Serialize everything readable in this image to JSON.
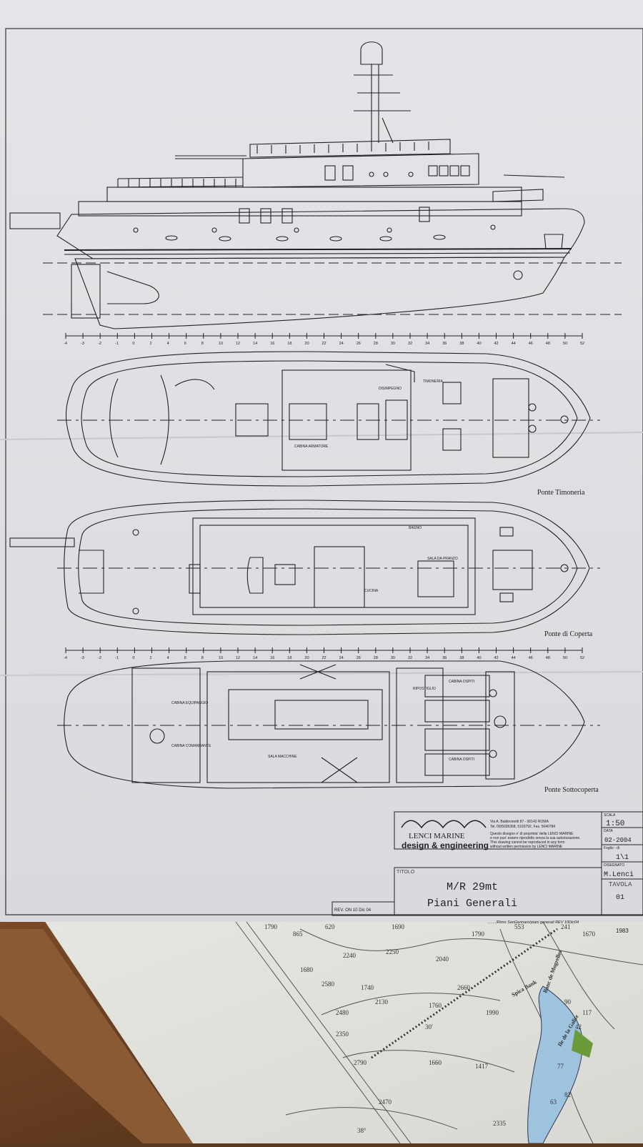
{
  "drawing": {
    "views": {
      "deck1": "Ponte Timoneria",
      "deck2": "Ponte di Coperta",
      "deck3": "Ponte Sottocoperta"
    },
    "room_labels": {
      "timoneria": "TIMONERIA",
      "disimpegno": "DISIMPEGNO",
      "cabina_armatore": "CABINA ARMATORE",
      "bagno": "BAGNO",
      "sala_da_pranzo": "SALA DA PRANZO",
      "cucina": "CUCINA",
      "cabina_equipaggio": "CABINA EQUIPAGGIO",
      "cabina_comandante": "CABINA COMANDANTE",
      "sala_macchine": "SALA MACCHINE",
      "cabina_ospiti": "CABINA OSPITI",
      "ripostiglio": "RIPOSTIGLIO"
    },
    "scale_ticks": [
      "-4",
      "-3",
      "-2",
      "-1",
      "0",
      "2",
      "4",
      "6",
      "8",
      "10",
      "12",
      "14",
      "16",
      "18",
      "20",
      "22",
      "24",
      "26",
      "28",
      "30",
      "32",
      "34",
      "36",
      "38",
      "40",
      "42",
      "44",
      "46",
      "48",
      "50",
      "52"
    ]
  },
  "title_block": {
    "company_name": "LENCI MARINE",
    "company_sub": "design & engineering",
    "address": "Via A. Baldovinetti 87 - 00142 ROMA",
    "phone": "Tel. 06/5036368, 5193792, Fax. 5040784",
    "notice": [
      "Questo disegno e' di proprieta' della LENCI MARINE",
      "e non puo' essere riprodotto senza la sua autorizzazione.",
      "This drawing cannot be reproduced in any form",
      "without written permission by LENCI MARINE"
    ],
    "scale_label": "SCALA",
    "scale": "1:50",
    "date_label": "DATA",
    "date": "02-2004",
    "sheet_label": "Foglio - di",
    "sheet": "1\\1",
    "drawn_label": "DISEGNATO",
    "drawn": "M.Lenci",
    "table_label": "TAVOLA",
    "table": "01",
    "title_label": "TITOLO",
    "title_line1": "M/R 29mt",
    "title_line2": "Piani Generali",
    "revision": "REV. ON 10 Dic 04",
    "file_path": "......../Rimo SanGennaro/piani generali REV 10Dic04"
  },
  "chart_map": {
    "depths": [
      "1790",
      "865",
      "620",
      "1690",
      "2240",
      "1680",
      "2250",
      "2040",
      "1790",
      "553",
      "241",
      "1670",
      "1740",
      "2580",
      "2130",
      "2660",
      "2480",
      "1760",
      "1990",
      "2350",
      "30'",
      "2790",
      "1660",
      "1417",
      "2470",
      "2335",
      "38°",
      "90",
      "117",
      "42",
      "77",
      "82",
      "63"
    ],
    "labels": [
      "Banc de Mogrelles",
      "Ile de la Galite",
      "Spica Bank"
    ],
    "year": "1983"
  }
}
